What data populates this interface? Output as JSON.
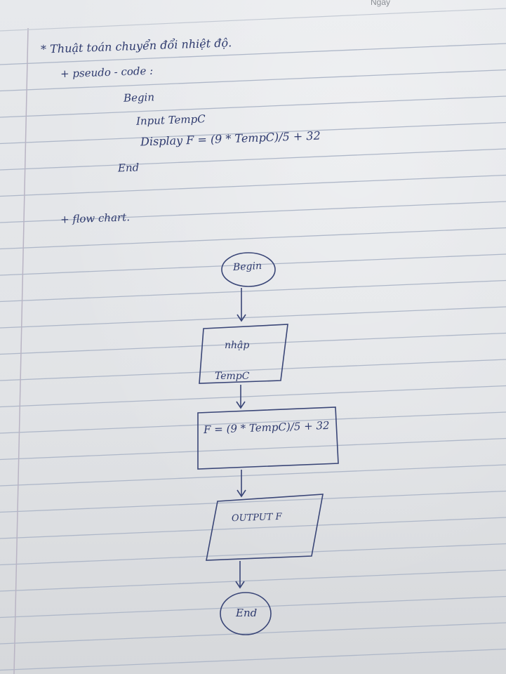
{
  "paper": {
    "header_label": "Ngày"
  },
  "notes": {
    "heading": "* Thuật toán chuyển đổi nhiệt độ.",
    "pseudo_label": "+ pseudo - code :",
    "pseudo_lines": [
      "Begin",
      "Input TempC",
      "Display F = (9 * TempC)/5 + 32",
      "End"
    ],
    "flowchart_label": "+ flow chart."
  },
  "flowchart": {
    "start": "Begin",
    "input_line1": "nhập",
    "input_line2": "TempC",
    "process": "F = (9 * TempC)/5 + 32",
    "output": "OUTPUT F",
    "end": "End"
  },
  "colors": {
    "ink": "#2e3a6e",
    "rule": "#aeb7c8",
    "margin": "#b9b4c4"
  }
}
